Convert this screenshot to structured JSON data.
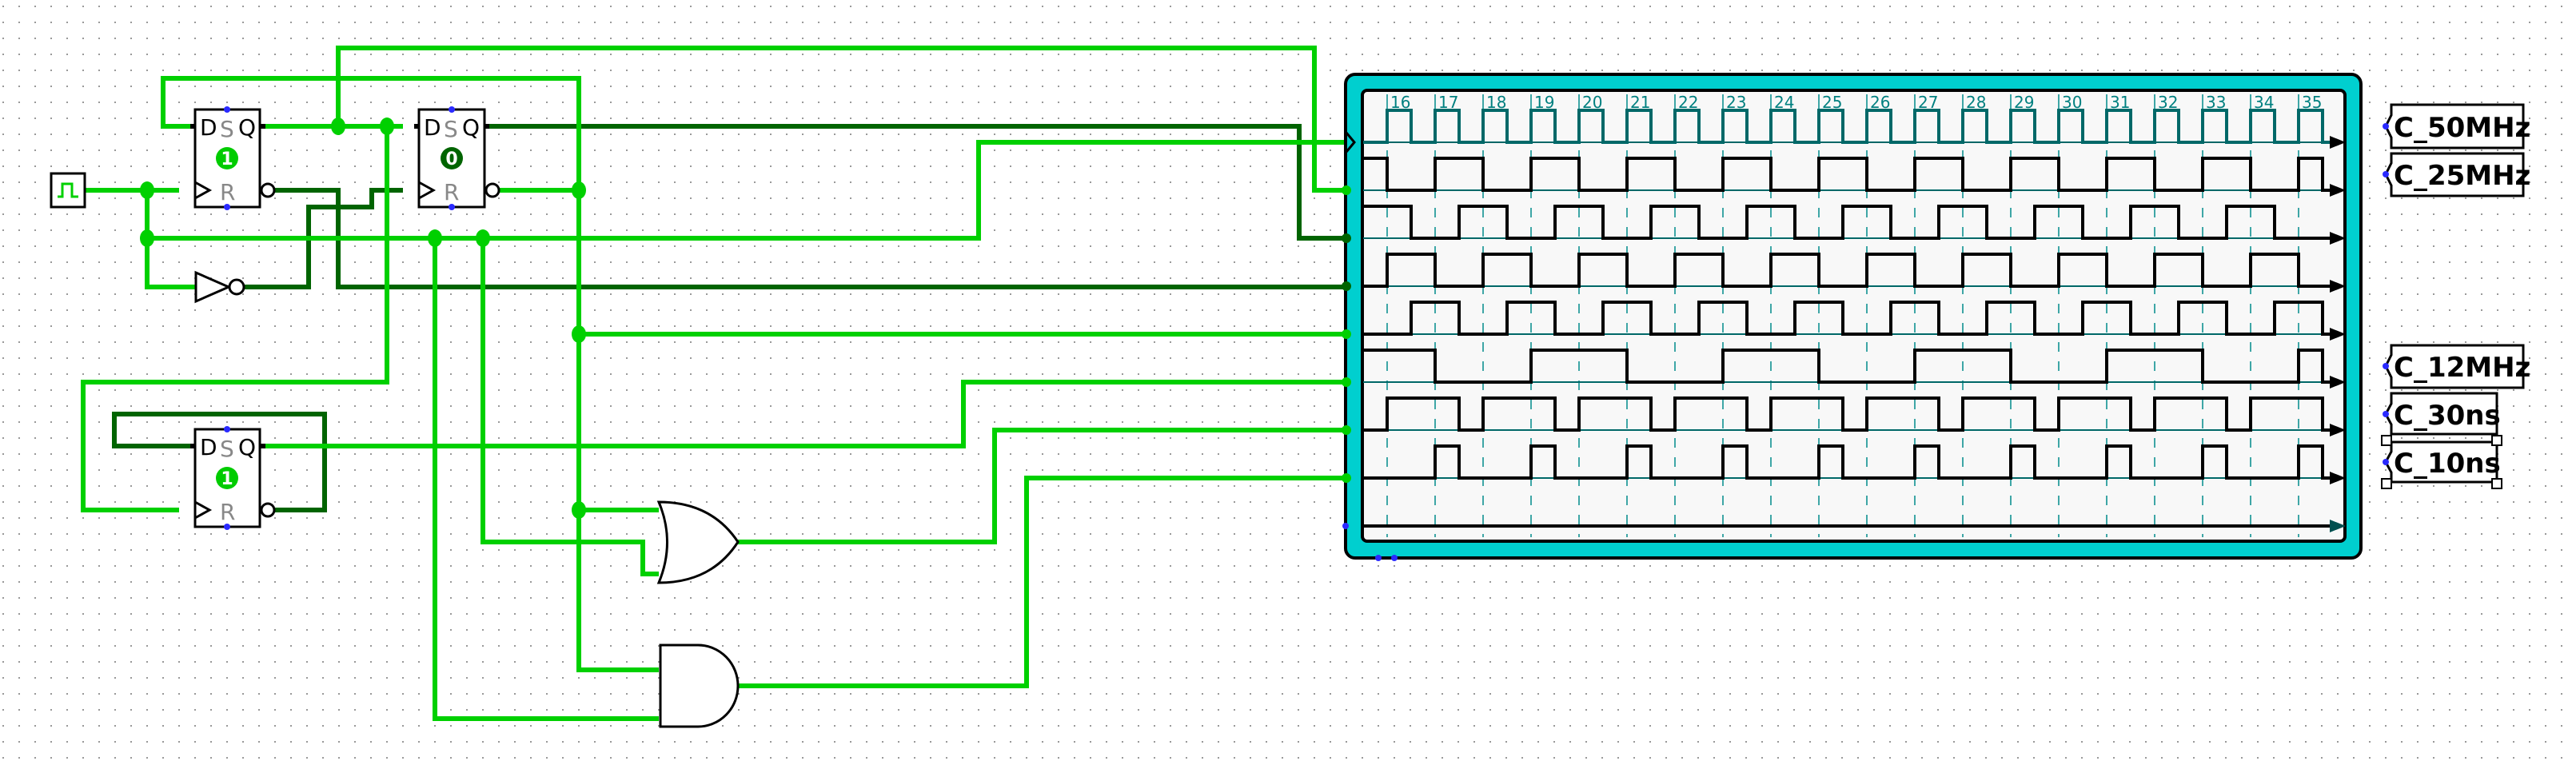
{
  "colors": {
    "wire_high": "#00d000",
    "wire_low": "#006400",
    "panel_frame": "#00cfcf",
    "panel_bg": "#f8f8f8",
    "clock_wave": "#006868",
    "tick_label": "#008080",
    "pin": "#2a2aff"
  },
  "flip_flops": [
    {
      "d": "D",
      "s": "S",
      "q": "Q",
      "r": "R",
      "state": "1"
    },
    {
      "d": "D",
      "s": "S",
      "q": "Q",
      "r": "R",
      "state": "0"
    },
    {
      "d": "D",
      "s": "S",
      "q": "Q",
      "r": "R",
      "state": "1"
    }
  ],
  "timing_diagram": {
    "time_start": 15.5,
    "time_end": 35.5,
    "tick_labels": [
      "16",
      "17",
      "18",
      "19",
      "20",
      "21",
      "22",
      "23",
      "24",
      "25",
      "26",
      "27",
      "28",
      "29",
      "30",
      "31",
      "32",
      "33",
      "34",
      "35"
    ],
    "signals": [
      {
        "kind": "clock",
        "period": 1,
        "rise": 16,
        "width": 0.5
      },
      {
        "kind": "signal",
        "period": 2,
        "rise": 15,
        "width": 1
      },
      {
        "kind": "signal",
        "period": 2,
        "rise": 15.5,
        "width": 1
      },
      {
        "kind": "signal",
        "period": 2,
        "rise": 16,
        "width": 1
      },
      {
        "kind": "signal",
        "period": 2,
        "rise": 16.5,
        "width": 1
      },
      {
        "kind": "signal",
        "period": 4,
        "rise": 15,
        "width": 2
      },
      {
        "kind": "signal",
        "period": 2,
        "rise": 16,
        "width": 1.5
      },
      {
        "kind": "signal",
        "period": 2,
        "rise": 17,
        "width": 0.5
      },
      {
        "kind": "signal",
        "period": 0,
        "rise": 0,
        "width": 0
      }
    ]
  },
  "tunnels": [
    {
      "label": "C_50MHz"
    },
    {
      "label": "C_25MHz"
    },
    {
      "label": "C_12MHz"
    },
    {
      "label": "C_30ns"
    },
    {
      "label": "C_10ns"
    }
  ]
}
